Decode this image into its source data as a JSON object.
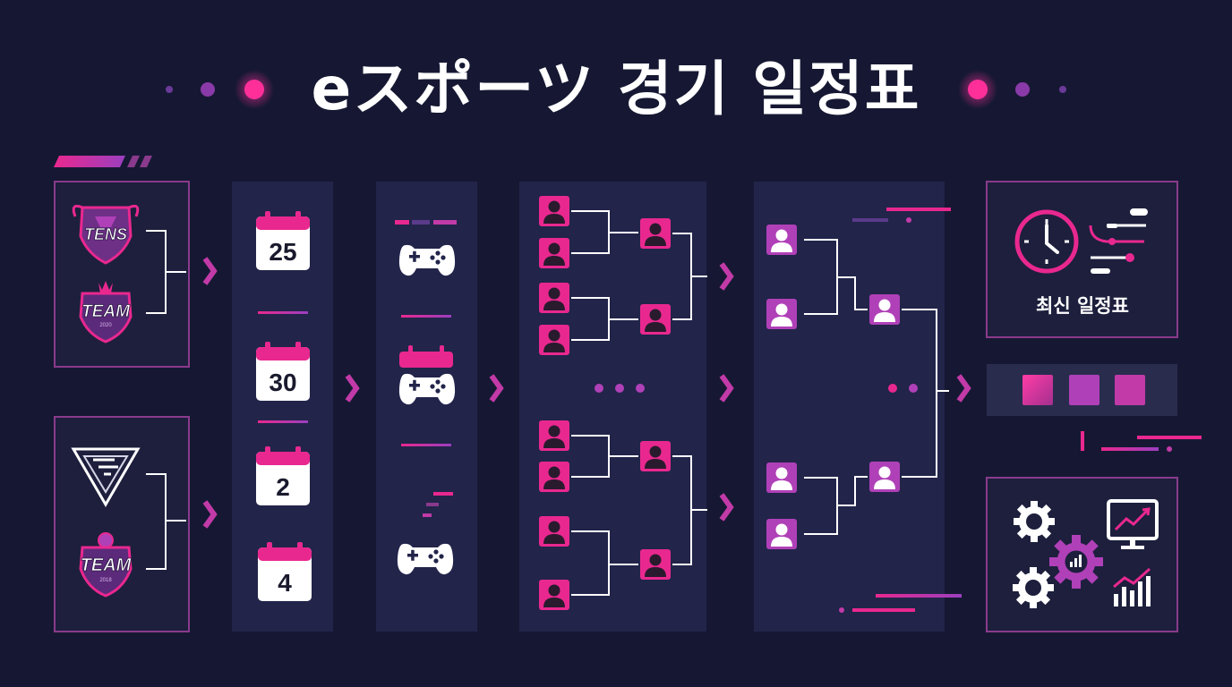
{
  "title": "eスポーツ 경기 일정표",
  "teams": [
    {
      "name": "TENS",
      "icon": "bull-shield-logo"
    },
    {
      "name": "TEAM",
      "sub": "2020",
      "icon": "crown-shield-logo"
    },
    {
      "name": "",
      "icon": "triangle-emblem-logo"
    },
    {
      "name": "TEAM",
      "sub": "2018",
      "icon": "basketball-shield-logo"
    }
  ],
  "dates": [
    "25",
    "30",
    "2",
    "4"
  ],
  "latest_schedule_label": "최신 일정표",
  "colors": {
    "background": "#161833",
    "panel": "#22244a",
    "border": "#8a3a8c",
    "accent_pink": "#e9288f",
    "accent_purple": "#9b3fbf",
    "arrow": "#c23aa8"
  }
}
